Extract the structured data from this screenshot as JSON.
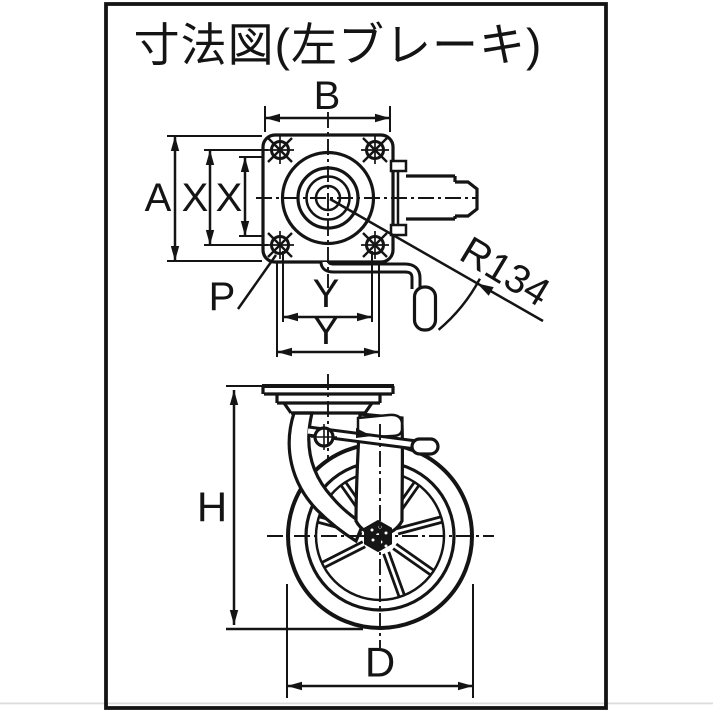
{
  "title": "寸法図(左ブレーキ)",
  "top_view": {
    "dim_b": "B",
    "dim_a": "A",
    "dim_x_outer": "X",
    "dim_x_inner": "X",
    "label_p": "P",
    "dim_y_upper": "Y",
    "dim_y_lower": "Y",
    "radius_label": "R134"
  },
  "side_view": {
    "dim_h": "H",
    "dim_d": "D"
  },
  "colors": {
    "line": "#141414",
    "background": "#ffffff"
  }
}
